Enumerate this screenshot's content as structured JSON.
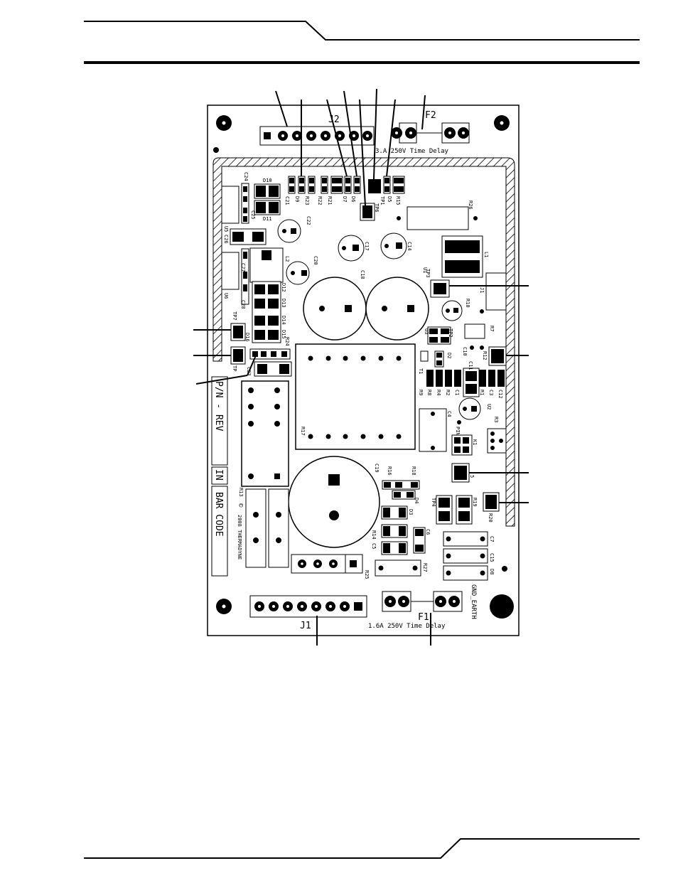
{
  "header": {
    "labels": [
      "J2",
      "F2"
    ]
  },
  "fuses": {
    "f2_rating": "3.A  250V  Time  Delay",
    "f1_rating": "1.6A  250V  Time  Delay",
    "f1_label": "F1",
    "gnd_label": "GND_EARTH"
  },
  "connectors": {
    "j1": "J1",
    "j2": "J2"
  },
  "side_label": {
    "pn_rev": "P/N  -  REV",
    "in": "IN",
    "barcode": "BAR  CODE"
  },
  "copyright": {
    "symbol": "©",
    "text": "2008  THERMADYNE"
  },
  "components": {
    "top_row": [
      "C21",
      "D9",
      "R23",
      "R22",
      "R21",
      "D7",
      "D6",
      "TP6",
      "TP1",
      "D5",
      "R15"
    ],
    "left_col": [
      "C24",
      "D10",
      "C25",
      "D11",
      "U5",
      "C26",
      "L2",
      "C22",
      "C27",
      "U6",
      "C28",
      "TP7",
      "D12",
      "D13",
      "D14",
      "D15",
      "D16",
      "C20",
      "TP",
      "R24",
      "C23"
    ],
    "center": [
      "C17",
      "C14",
      "C18",
      "C19",
      "R26",
      "L1",
      "TP3",
      "J1",
      "C16",
      "C9",
      "U1",
      "R10",
      "R7",
      "U3",
      "TP2",
      "C10",
      "R12",
      "D2",
      "T1",
      "C11",
      "R9",
      "R8",
      "R4",
      "R2",
      "C1",
      "R1",
      "C3",
      "C12",
      "U2",
      "C4",
      "R3",
      "PIN 1",
      "K1",
      "R17",
      "R13",
      "R16",
      "R18",
      "D4",
      "D3",
      "TP4",
      "R19",
      "R20",
      "R14",
      "C5",
      "C6",
      "C7",
      "C15",
      "D8",
      "R27",
      "R25",
      "5"
    ]
  },
  "colors": {
    "ink": "#000000",
    "paper": "#ffffff",
    "hatch": "#000000"
  }
}
